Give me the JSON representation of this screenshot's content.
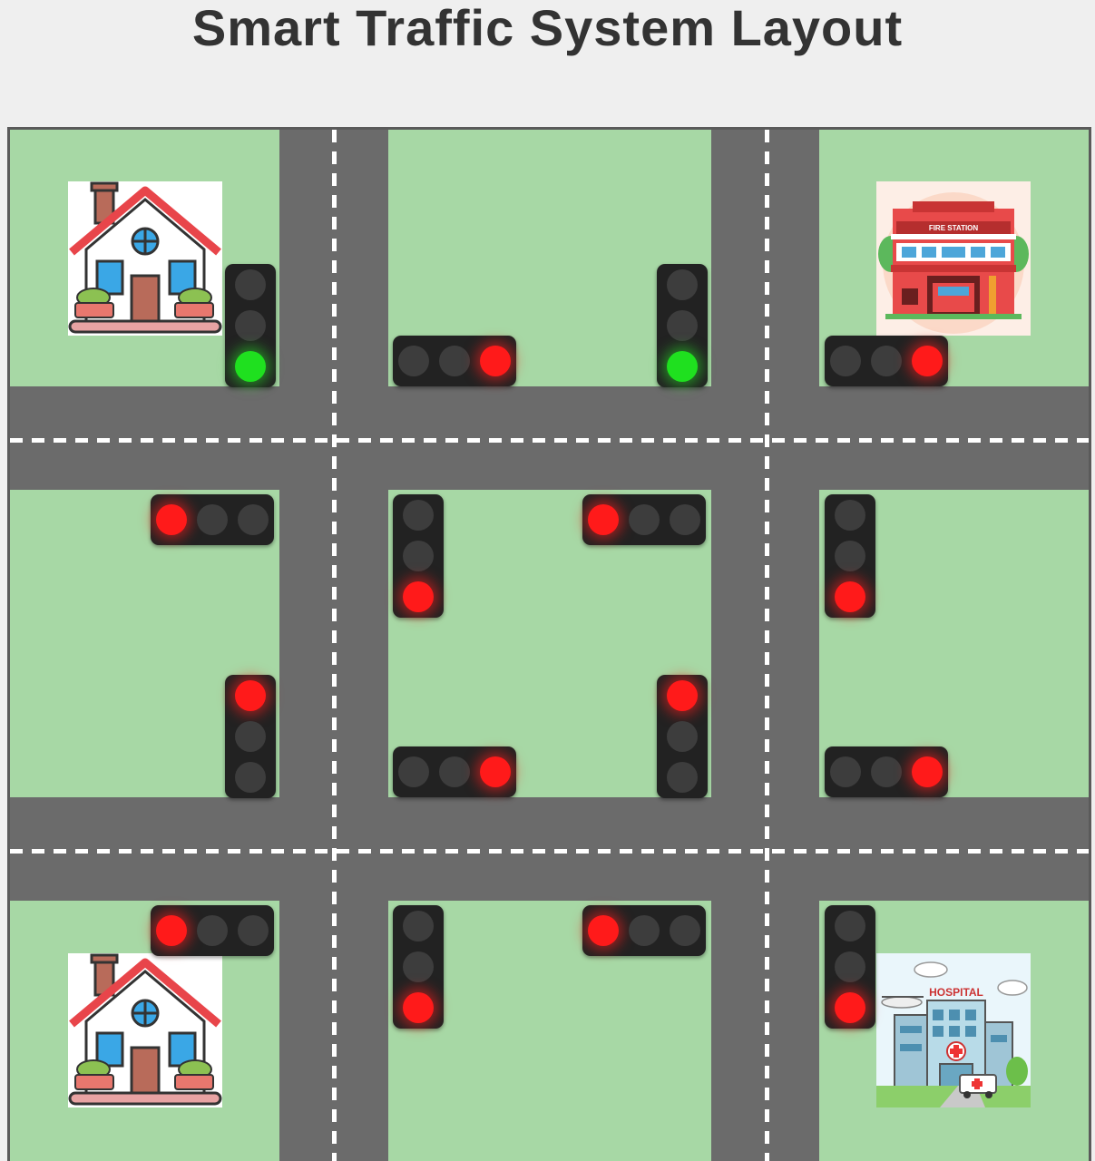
{
  "title": "Smart Traffic System Layout",
  "buildings": [
    {
      "type": "house-icon"
    },
    {
      "type": "fire-station-icon",
      "sign": "FIRE STATION"
    },
    {
      "type": "house-icon"
    },
    {
      "type": "hospital-icon",
      "sign": "HOSPITAL"
    }
  ],
  "colors": {
    "grass": "#a7d8a5",
    "road": "#6b6b6b",
    "light_red": "#ff1a1a",
    "light_green": "#1fe01f",
    "light_off": "#3d3d3d"
  },
  "traffic_lights": [
    {
      "id": "r1c1-east",
      "orientation": "vertical",
      "lit_color": "green"
    },
    {
      "id": "r1c2-west",
      "orientation": "horizontal",
      "lit_color": "red"
    },
    {
      "id": "r1c2-east",
      "orientation": "vertical",
      "lit_color": "green"
    },
    {
      "id": "r1c3-west",
      "orientation": "horizontal",
      "lit_color": "red"
    },
    {
      "id": "r2c1-top",
      "orientation": "horizontal",
      "lit_color": "red"
    },
    {
      "id": "r2c2-left",
      "orientation": "vertical",
      "lit_color": "red"
    },
    {
      "id": "r2c2-top",
      "orientation": "horizontal",
      "lit_color": "red"
    },
    {
      "id": "r2c3-left",
      "orientation": "vertical",
      "lit_color": "red"
    },
    {
      "id": "r2c1-right",
      "orientation": "vertical",
      "lit_color": "red"
    },
    {
      "id": "r2c2-bottom",
      "orientation": "horizontal",
      "lit_color": "red"
    },
    {
      "id": "r2c2-right",
      "orientation": "vertical",
      "lit_color": "red"
    },
    {
      "id": "r2c3-bottom",
      "orientation": "horizontal",
      "lit_color": "red"
    },
    {
      "id": "r3c1-top",
      "orientation": "horizontal",
      "lit_color": "red"
    },
    {
      "id": "r3c2-left",
      "orientation": "vertical",
      "lit_color": "red"
    },
    {
      "id": "r3c2-top",
      "orientation": "horizontal",
      "lit_color": "red"
    },
    {
      "id": "r3c3-left",
      "orientation": "vertical",
      "lit_color": "red"
    }
  ]
}
